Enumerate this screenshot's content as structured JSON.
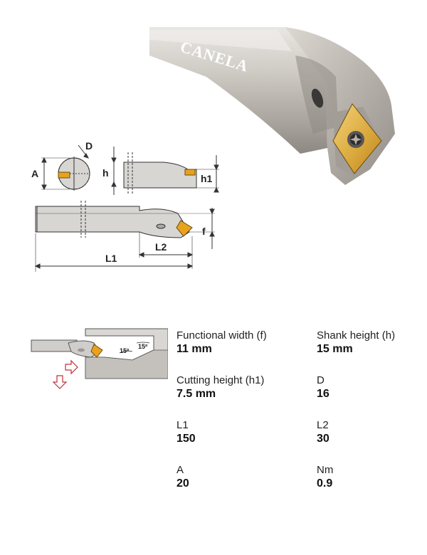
{
  "photo": {
    "brand": "CANELA"
  },
  "drawing": {
    "labels": {
      "A": "A",
      "D": "D",
      "h": "h",
      "h1": "h1",
      "f": "f",
      "L1": "L1",
      "L2": "L2"
    }
  },
  "cutting_diagram": {
    "angle_1": "15º",
    "angle_2": "15º"
  },
  "specs": [
    {
      "label": "Functional width (f)",
      "value": "11 mm"
    },
    {
      "label": "Shank height (h)",
      "value": "15 mm"
    },
    {
      "label": "Cutting height (h1)",
      "value": "7.5 mm"
    },
    {
      "label": "D",
      "value": "16"
    },
    {
      "label": "L1",
      "value": "150"
    },
    {
      "label": "L2",
      "value": "30"
    },
    {
      "label": "A",
      "value": "20"
    },
    {
      "label": "Nm",
      "value": "0.9"
    }
  ],
  "colors": {
    "insert": "#e8a21e",
    "steel": "#c9c6c1",
    "arrow": "#c0303a"
  }
}
